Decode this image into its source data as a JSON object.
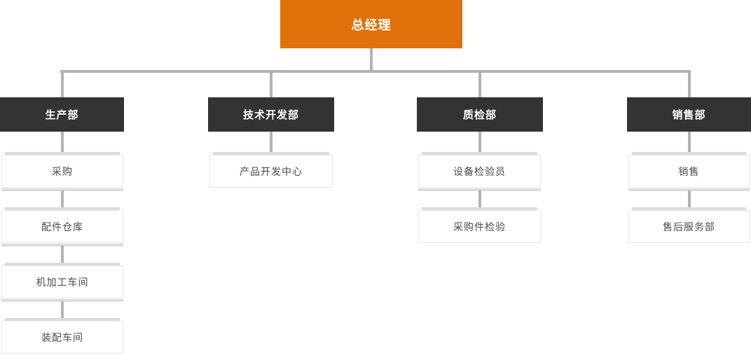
{
  "org": {
    "root": {
      "label": "总经理"
    },
    "departments": [
      {
        "label": "生产部",
        "children": [
          "采购",
          "配件仓库",
          "机加工车间",
          "装配车间"
        ]
      },
      {
        "label": "技术开发部",
        "children": [
          "产品开发中心"
        ]
      },
      {
        "label": "质检部",
        "children": [
          "设备检验员",
          "采购件检验"
        ]
      },
      {
        "label": "销售部",
        "children": [
          "销售",
          "售后服务部"
        ]
      }
    ]
  },
  "colors": {
    "root_bg": "#E0700A",
    "root_text": "#FFFFFF",
    "department_bg": "#333333",
    "department_text": "#FFFFFF",
    "leaf_bg": "#FFFFFF",
    "leaf_border": "#E6E6E6",
    "leaf_text": "#4A4A4A",
    "connector_line": "#B3B3B3",
    "connector_cap": "#DCDCDC"
  }
}
